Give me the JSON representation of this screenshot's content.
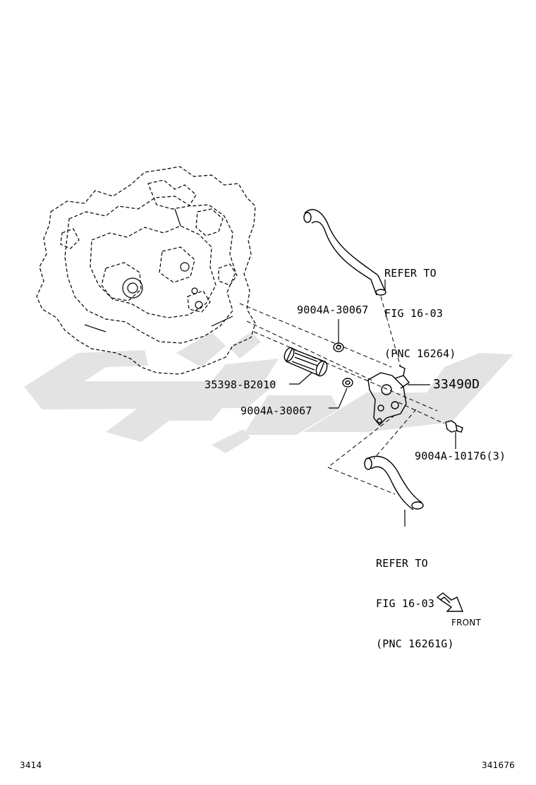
{
  "labels": {
    "hose_top_ref": [
      "REFER TO",
      "FIG 16-03",
      "(PNC 16264)"
    ],
    "gasket_top": "9004A-30067",
    "filter": "35398-B2010",
    "gasket_bottom": "9004A-30067",
    "cooler": "33490D",
    "bolt": "9004A-10176(3)",
    "hose_bottom_ref": [
      "REFER TO",
      "FIG 16-03",
      "(PNC 16261G)"
    ],
    "front": "FRONT"
  },
  "footer": {
    "left": "3414",
    "right": "341676"
  },
  "watermark_color": "#e3e3e3"
}
